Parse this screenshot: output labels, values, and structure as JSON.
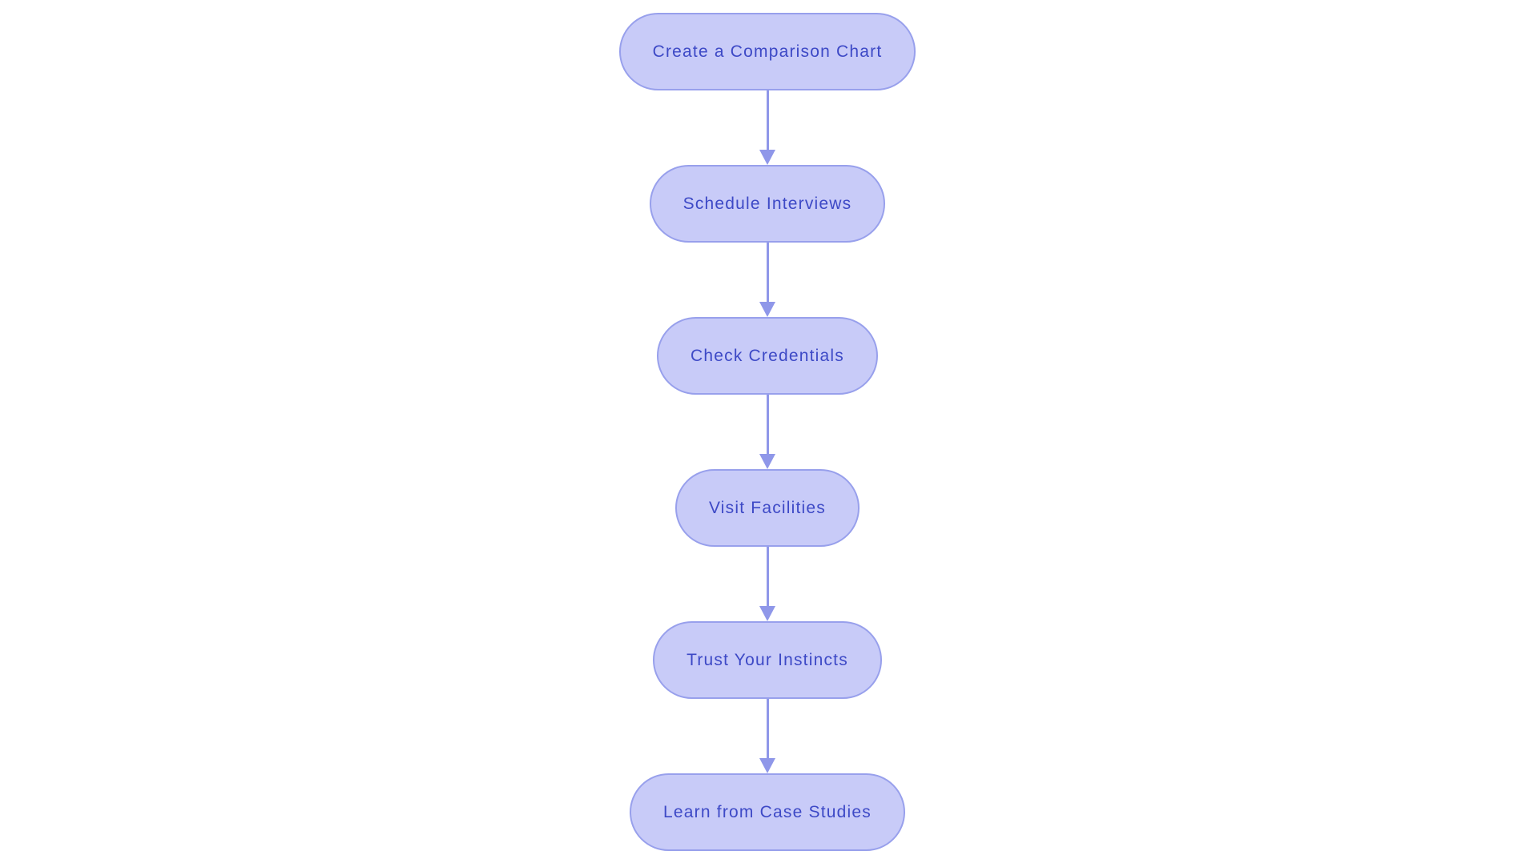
{
  "colors": {
    "background": "#ffffff",
    "node_fill": "#c8cbf8",
    "node_border": "#98a0ec",
    "arrow": "#8f97e9",
    "text": "#3d49c6"
  },
  "flowchart": {
    "type": "vertical-process-flow",
    "direction": "top-to-bottom",
    "connector_style": "straight-line-with-solid-triangle-arrowhead",
    "nodes": [
      {
        "label": "Create a Comparison Chart"
      },
      {
        "label": "Schedule Interviews"
      },
      {
        "label": "Check Credentials"
      },
      {
        "label": "Visit Facilities"
      },
      {
        "label": "Trust Your Instincts"
      },
      {
        "label": "Learn from Case Studies"
      }
    ]
  }
}
